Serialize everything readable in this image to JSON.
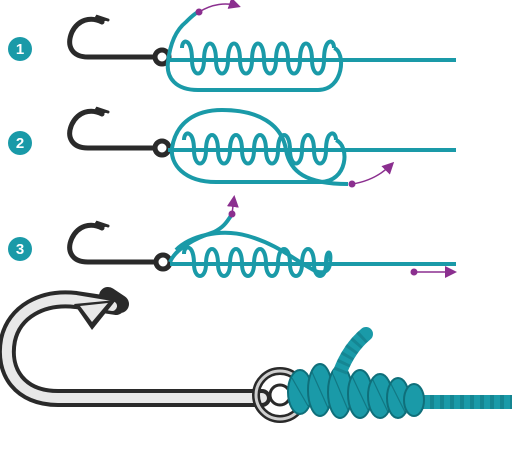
{
  "steps": [
    {
      "number": "1"
    },
    {
      "number": "2"
    },
    {
      "number": "3"
    }
  ],
  "colors": {
    "line": "#1a9aa8",
    "line_dark": "#0f6f7a",
    "badge": "#1a9aa8",
    "arrow": "#8b2f8f",
    "hook": "#2a2a2a",
    "hook_fill": "#e8e8e8"
  },
  "icons": {
    "hook": "fishing-hook-icon",
    "direction": "pull-direction-arrow-icon"
  }
}
